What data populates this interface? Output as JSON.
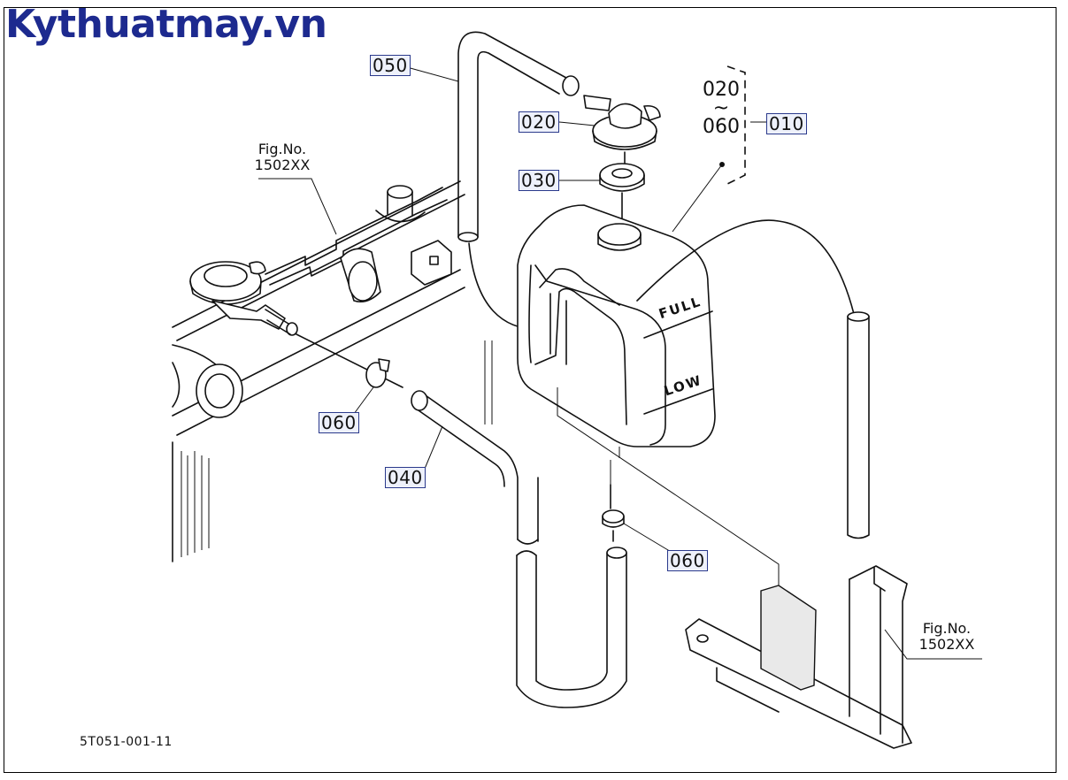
{
  "brand": "Kythuatmay.vn",
  "figure_code": "5T051-001-11",
  "range_label": {
    "from": "020",
    "tilde": "~",
    "to": "060"
  },
  "parts": [
    {
      "id": "p050",
      "label": "050"
    },
    {
      "id": "p020",
      "label": "020"
    },
    {
      "id": "p030",
      "label": "030"
    },
    {
      "id": "p010",
      "label": "010"
    },
    {
      "id": "p060a",
      "label": "060"
    },
    {
      "id": "p040",
      "label": "040"
    },
    {
      "id": "p060b",
      "label": "060"
    }
  ],
  "fig_refs": [
    {
      "line1": "Fig.No.",
      "line2": "1502XX"
    },
    {
      "line1": "Fig.No.",
      "line2": "1502XX"
    }
  ],
  "tank_marks": {
    "full": "FULL",
    "low": "LOW"
  }
}
